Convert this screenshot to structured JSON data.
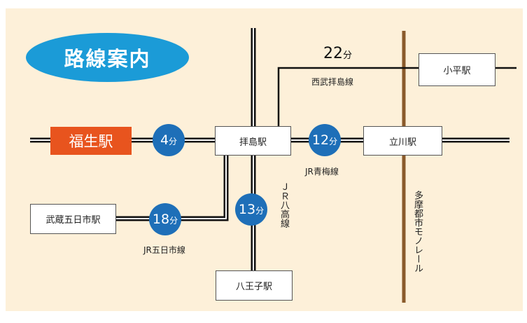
{
  "title": "路線案内",
  "stations": {
    "fussa": "福生駅",
    "haijima": "拝島駅",
    "tachikawa": "立川駅",
    "kodaira": "小平駅",
    "musashi_itsukaichi": "武蔵五日市駅",
    "hachioji": "八王子駅"
  },
  "times": {
    "fussa_haijima": {
      "value": "4",
      "unit": "分"
    },
    "haijima_tachikawa": {
      "value": "12",
      "unit": "分"
    },
    "haijima_kodaira": {
      "value": "22",
      "unit": "分"
    },
    "haijima_itsukaichi": {
      "value": "18",
      "unit": "分"
    },
    "haijima_hachioji": {
      "value": "13",
      "unit": "分"
    }
  },
  "lines": {
    "seibu_haijima": "西武拝島線",
    "jr_ome": "JR青梅線",
    "jr_itsukaichi": "JR五日市線",
    "jr_hachiko": "ＪＲ八高線",
    "tama_monorail": "多摩都市モノレール"
  },
  "colors": {
    "title_bubble": "#1b9bd7",
    "origin_station": "#e8541e",
    "time_circle": "#1e6fb8",
    "background": "#fdf0d9",
    "monorail": "#8a5a2b"
  }
}
